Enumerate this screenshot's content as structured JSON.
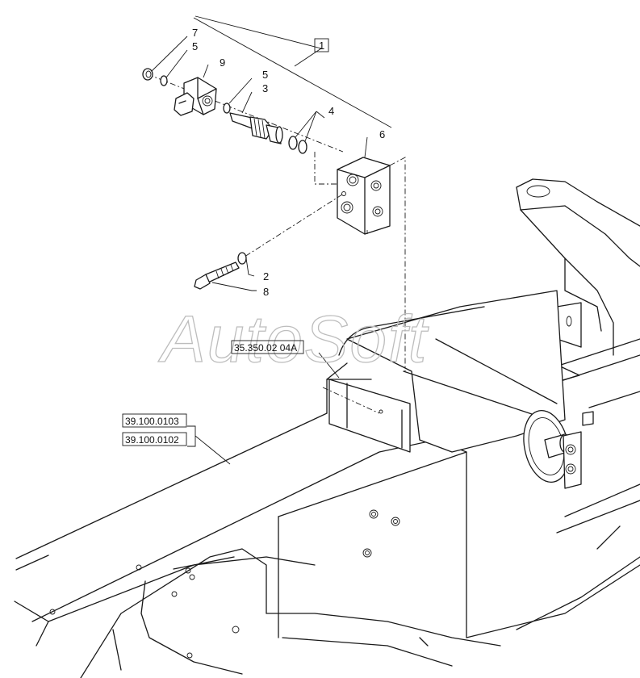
{
  "watermark": "AutoSoft",
  "callouts": {
    "c1": "1",
    "c2": "2",
    "c3": "3",
    "c4": "4",
    "c5a": "5",
    "c5b": "5",
    "c6": "6",
    "c7": "7",
    "c8": "8",
    "c9": "9"
  },
  "references": {
    "assembly_ref": "35.350.02 04A",
    "frame_ref_top": "39.100.0103",
    "frame_ref_bottom": "39.100.0102"
  },
  "colors": {
    "line": "#1a1a1a",
    "watermark": "#bdbdbd",
    "background": "#ffffff"
  }
}
